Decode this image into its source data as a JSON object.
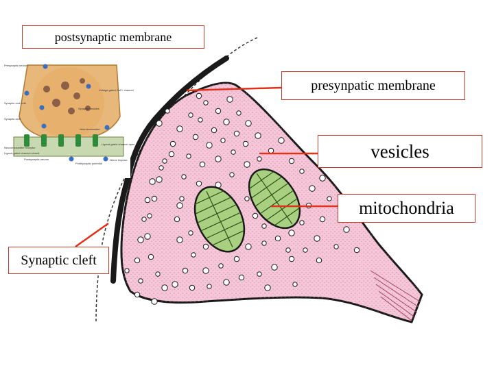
{
  "labels": {
    "postsynaptic_membrane": "postsynaptic membrane",
    "presynaptic_membrane": "presynpatic membrane",
    "vesicles": "vesicles",
    "mitochondria": "mitochondria",
    "synaptic_cleft": "Synaptic cleft"
  },
  "inset": {
    "labels": [
      "Presynaptic neuron",
      "Synaptic end bulb",
      "Synaptic cleft",
      "Neurotransmitter receptor",
      "Ligand-gated channel closed",
      "Postsynaptic neuron",
      "Voltage-gated Ca2+ channel",
      "Synaptic vesicles",
      "Neurotransmitter",
      "Ligand-gated channel open",
      "Postsynaptic potential",
      "Nerve impulse"
    ]
  },
  "colors": {
    "cytoplasm": "#f4c6d8",
    "membrane": "#1a1a1a",
    "mitochondrion_fill": "#a8d080",
    "pointer_line": "#e03018",
    "box_border": "#c0392b"
  }
}
